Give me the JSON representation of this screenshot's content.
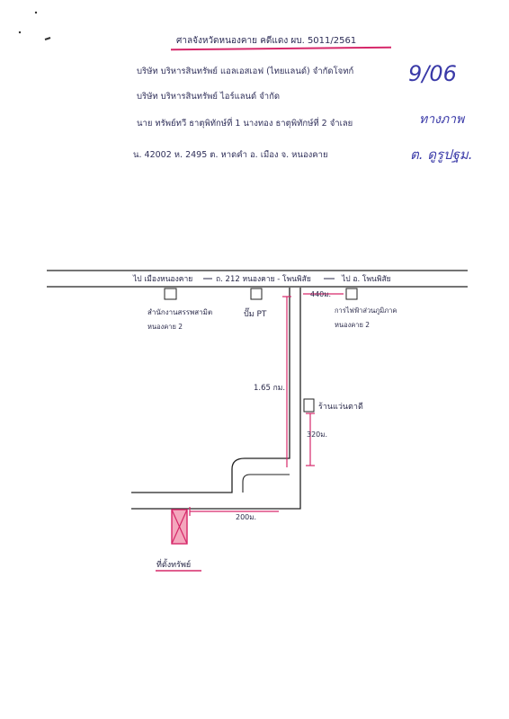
{
  "header": {
    "title": "ศาลจังหวัดหนองคาย คดีแดง ผบ. 5011/2561",
    "plaintiff_1": "บริษัท บริหารสินทรัพย์ แอลเอสเอฟ (ไทยแลนด์) จำกัดโจทก์",
    "plaintiff_2": "บริษัท บริหารสินทรัพย์ ไอร์แลนด์ จำกัด",
    "defendant": "นาย ทรัพย์ทวี ธาตุพิทักษ์ที่ 1 นางทอง ธาตุพิทักษ์ที่ 2 จำเลย",
    "land": "น. 42002 ห. 2495 ต. หาดคำ อ. เมือง จ. หนองคาย"
  },
  "handwritten_notes": {
    "number": "9/06",
    "note_1": "ทางภาพ",
    "note_2": "ต. ดูรูปฐม."
  },
  "map": {
    "main_road_left": "ไป เมืองหนองคาย",
    "main_road_mid": "ถ. 212 หนองคาย - โพนพิสัย",
    "main_road_right": "ไป อ. โพนพิสัย",
    "landmark_1": "สำนักงานสรรพสามิต",
    "landmark_1_sub": "หนองคาย 2",
    "landmark_2": "ปั๊ม PT",
    "landmark_3": "การไฟฟ้าส่วนภูมิภาค",
    "landmark_3_sub": "หนองคาย 2",
    "landmark_4": "ร้านแว่นตาดี",
    "distance_1": "440ม.",
    "distance_2": "1.65 กม.",
    "distance_3": "320ม.",
    "distance_4": "200ม.",
    "property_label": "ที่ตั้งทรัพย์"
  },
  "colors": {
    "ink": "#2a2a4a",
    "pink": "#d6286a",
    "blue": "#3a3aa8"
  }
}
